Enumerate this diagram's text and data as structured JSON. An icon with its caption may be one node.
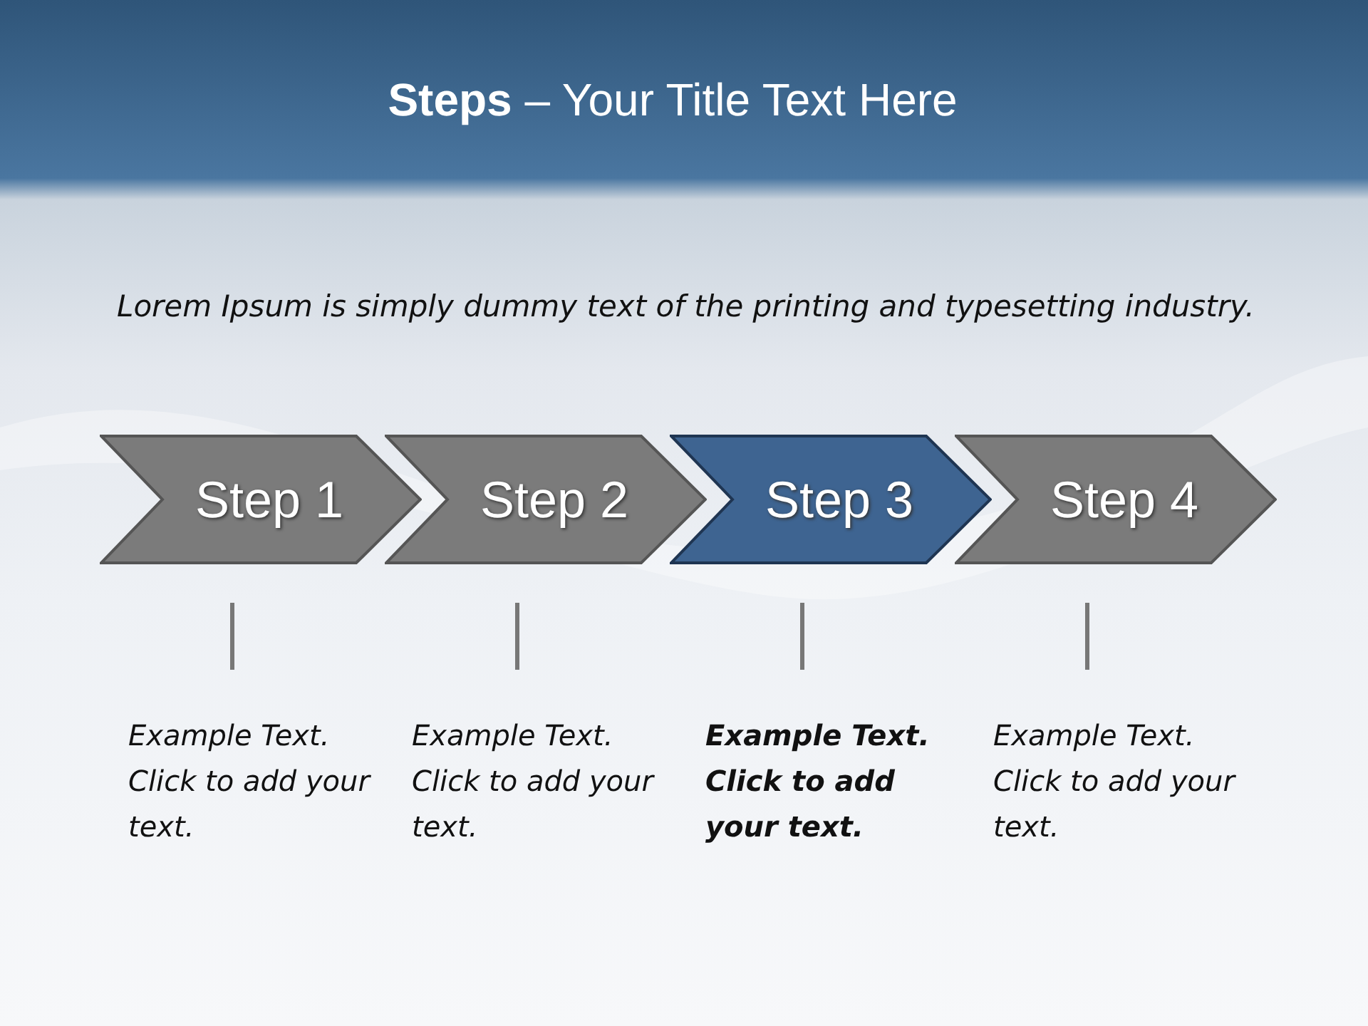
{
  "diagram": {
    "title": "**Steps**  – Your Title Text Here",
    "nodes": [
      {
        "text": [
          "Step 1"
        ]
      },
      {
        "text": [
          "Step 2"
        ]
      },
      {
        "text": [
          "Step 3"
        ]
      },
      {
        "text": [
          "Step 4"
        ]
      },
      {
        "text": [
          "Example Text. Click to add your text."
        ]
      },
      {
        "text": [
          "Example Text. Click to add your text."
        ]
      },
      {
        "text": [
          "Example Text. Click to add your text."
        ]
      },
      {
        "text": [
          "Example Text. Click to add your text."
        ]
      }
    ],
    "edges": [
      {
        "from": 0,
        "to": 4,
        "arrow": "none"
      },
      {
        "from": 1,
        "to": 5,
        "arrow": "none"
      },
      {
        "from": 2,
        "to": 6,
        "arrow": "none"
      },
      {
        "from": 3,
        "to": 7,
        "arrow": "none"
      }
    ],
    "labels": [
      "Lorem Ipsum is simply dummy text of the printing and typesetting industry."
    ]
  }
}
